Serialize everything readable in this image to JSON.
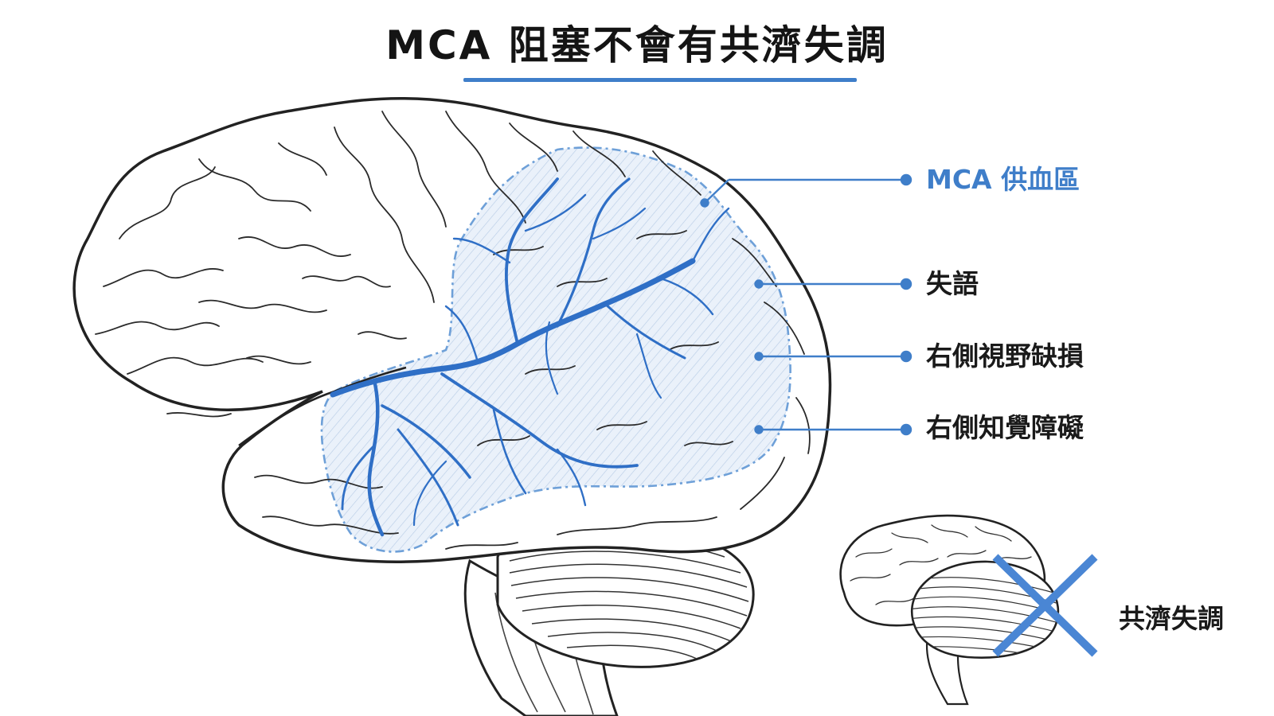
{
  "title": "MCA 阻塞不會有共濟失調",
  "territory_label": "MCA 供血區",
  "deficits": [
    "失語",
    "右側視野缺損",
    "右側知覺障礙"
  ],
  "cerebellum_label": "共濟失調",
  "colors": {
    "accent": "#3f7ec9",
    "vessel": "#2f6fc6",
    "territory_fill": "#e6eef8",
    "ink": "#1a1a1a",
    "cross": "#4a86d4"
  },
  "icons": {
    "brain": "brain-illustration-icon",
    "cerebellum": "cerebellum-illustration-icon",
    "cross": "cross-icon"
  }
}
